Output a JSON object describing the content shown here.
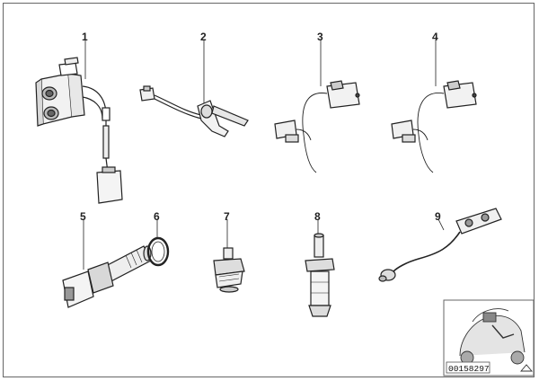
{
  "parts": [
    {
      "key": "p1",
      "label": "1"
    },
    {
      "key": "p2",
      "label": "2"
    },
    {
      "key": "p3",
      "label": "3"
    },
    {
      "key": "p4",
      "label": "4"
    },
    {
      "key": "p5",
      "label": "5"
    },
    {
      "key": "p6",
      "label": "6"
    },
    {
      "key": "p7",
      "label": "7"
    },
    {
      "key": "p8",
      "label": "8"
    },
    {
      "key": "p9",
      "label": "9"
    }
  ],
  "diagram_id": "00158297",
  "inset": {
    "icon": "scooter-thumbnail-icon",
    "nav_icon": "triangle-up-icon"
  }
}
